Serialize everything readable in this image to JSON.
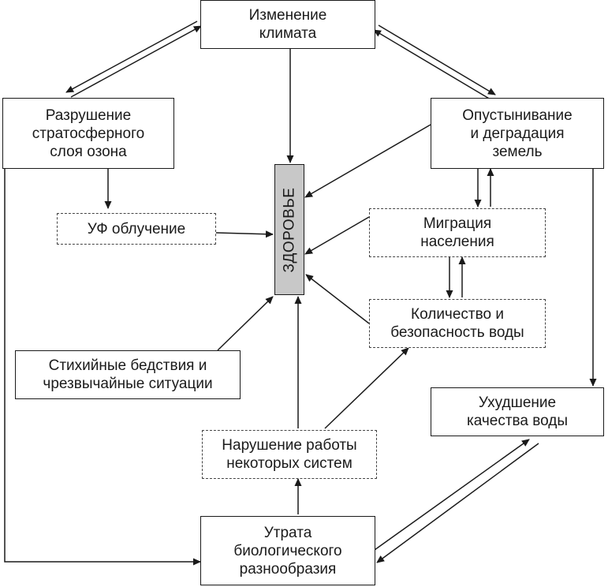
{
  "nodes": {
    "climate": "Изменение\nклимата",
    "ozone": "Разрушение\nстратосферного\nслоя озона",
    "desert": "Опустынивание\nи деградация\nземель",
    "health": "ЗДОРОВЬЕ",
    "uv": "УФ облучение",
    "migration": "Миграция\nнаселения",
    "water_qty": "Количество и\nбезопасность воды",
    "disasters": "Стихийные бедствия и\nчрезвычайные ситуации",
    "water_quality": "Ухудшение\nкачества воды",
    "systems": "Нарушение работы\nнекоторых систем",
    "biodiversity": "Утрата\nбиологического\nразнообразия"
  },
  "colors": {
    "line": "#1a1a1a",
    "health_fill": "#c8c8c8",
    "dashed_border": "#444444"
  }
}
